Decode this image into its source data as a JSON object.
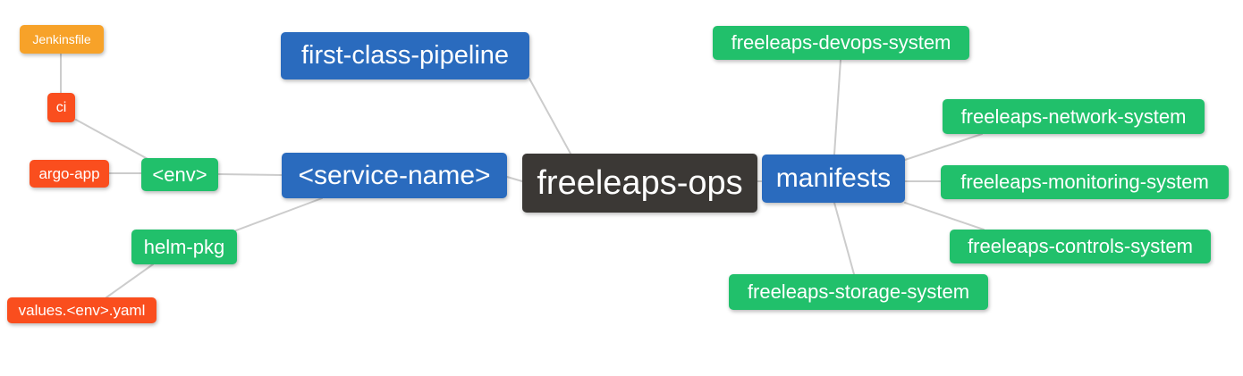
{
  "diagram": {
    "type": "mindmap",
    "background_color": "#ffffff",
    "edge_color": "#cccccc",
    "palette": {
      "blue": "#2a6bbe",
      "green": "#21c06b",
      "dark": "#3b3835",
      "orange": "#f7a229",
      "red": "#fa4e1e",
      "text": "#ffffff"
    },
    "root_label": "freeleaps-ops",
    "nodes": [
      {
        "id": "jenkinsfile",
        "label": "Jenkinsfile",
        "color": "#f7a229"
      },
      {
        "id": "ci",
        "label": "ci",
        "color": "#fa4e1e"
      },
      {
        "id": "argo-app",
        "label": "argo-app",
        "color": "#fa4e1e"
      },
      {
        "id": "env",
        "label": "<env>",
        "color": "#21c06b"
      },
      {
        "id": "service-name",
        "label": "<service-name>",
        "color": "#2a6bbe"
      },
      {
        "id": "first-class-pipeline",
        "label": "first-class-pipeline",
        "color": "#2a6bbe"
      },
      {
        "id": "freeleaps-ops",
        "label": "freeleaps-ops",
        "color": "#3b3835"
      },
      {
        "id": "manifests",
        "label": "manifests",
        "color": "#2a6bbe"
      },
      {
        "id": "freeleaps-devops-system",
        "label": "freeleaps-devops-system",
        "color": "#21c06b"
      },
      {
        "id": "freeleaps-network-system",
        "label": "freeleaps-network-system",
        "color": "#21c06b"
      },
      {
        "id": "freeleaps-monitoring-system",
        "label": "freeleaps-monitoring-system",
        "color": "#21c06b"
      },
      {
        "id": "freeleaps-controls-system",
        "label": "freeleaps-controls-system",
        "color": "#21c06b"
      },
      {
        "id": "freeleaps-storage-system",
        "label": "freeleaps-storage-system",
        "color": "#21c06b"
      },
      {
        "id": "helm-pkg",
        "label": "helm-pkg",
        "color": "#21c06b"
      },
      {
        "id": "values-env-yaml",
        "label": "values.<env>.yaml",
        "color": "#fa4e1e"
      }
    ],
    "edges": [
      {
        "from": "jenkinsfile",
        "to": "ci"
      },
      {
        "from": "ci",
        "to": "env"
      },
      {
        "from": "argo-app",
        "to": "env"
      },
      {
        "from": "env",
        "to": "service-name"
      },
      {
        "from": "service-name",
        "to": "freeleaps-ops"
      },
      {
        "from": "first-class-pipeline",
        "to": "freeleaps-ops"
      },
      {
        "from": "freeleaps-ops",
        "to": "manifests"
      },
      {
        "from": "manifests",
        "to": "freeleaps-devops-system"
      },
      {
        "from": "manifests",
        "to": "freeleaps-network-system"
      },
      {
        "from": "manifests",
        "to": "freeleaps-monitoring-system"
      },
      {
        "from": "manifests",
        "to": "freeleaps-controls-system"
      },
      {
        "from": "manifests",
        "to": "freeleaps-storage-system"
      },
      {
        "from": "service-name",
        "to": "helm-pkg"
      },
      {
        "from": "helm-pkg",
        "to": "values-env-yaml"
      }
    ]
  }
}
